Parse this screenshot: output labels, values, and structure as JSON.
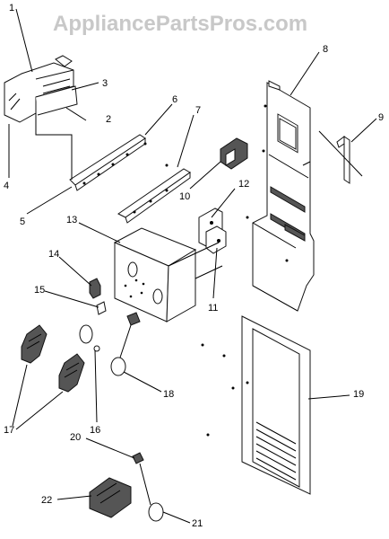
{
  "watermark": "AppliancePartsPros.com",
  "callouts": {
    "c1": "1",
    "c2": "2",
    "c3": "3",
    "c4": "4",
    "c5": "5",
    "c6": "6",
    "c7": "7",
    "c8": "8",
    "c9": "9",
    "c10": "10",
    "c11": "11",
    "c12": "12",
    "c13": "13",
    "c14": "14",
    "c15": "15",
    "c16": "16",
    "c17": "17",
    "c18": "18",
    "c19": "19",
    "c20": "20",
    "c21": "21",
    "c22": "22"
  }
}
